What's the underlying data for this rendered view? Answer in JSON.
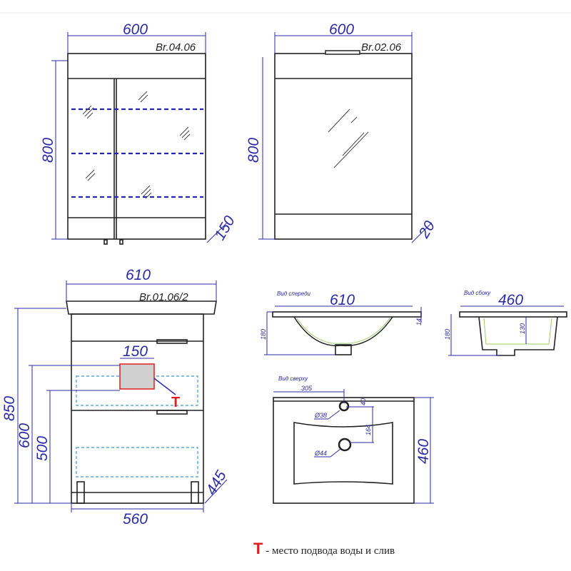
{
  "cabinet_mirror_shelves": {
    "model": "Br.04.06",
    "width": "600",
    "height": "800",
    "depth": "150"
  },
  "cabinet_mirror": {
    "model": "Br.02.06",
    "width": "600",
    "height": "800",
    "depth": "20"
  },
  "vanity": {
    "model": "Br.01.06/2",
    "top_width": "610",
    "body_width": "560",
    "height": "850",
    "dim_600": "600",
    "dim_500": "500",
    "depth": "445",
    "outlet_width": "150",
    "marker": "T"
  },
  "sink_front": {
    "title": "Вид спереди",
    "width": "610",
    "height": "180",
    "thickness": "14"
  },
  "sink_side": {
    "title": "Вид сбоку",
    "depth": "460",
    "height": "180",
    "bowl_depth": "130"
  },
  "sink_top": {
    "title": "Вид сверху",
    "offset": "305",
    "tap_hole": "Ø38",
    "drain_hole": "Ø44",
    "hole_offset": "40",
    "drain_offset": "164",
    "depth": "460"
  },
  "legend": {
    "marker": "T",
    "text": "- место подвода воды и слив"
  }
}
